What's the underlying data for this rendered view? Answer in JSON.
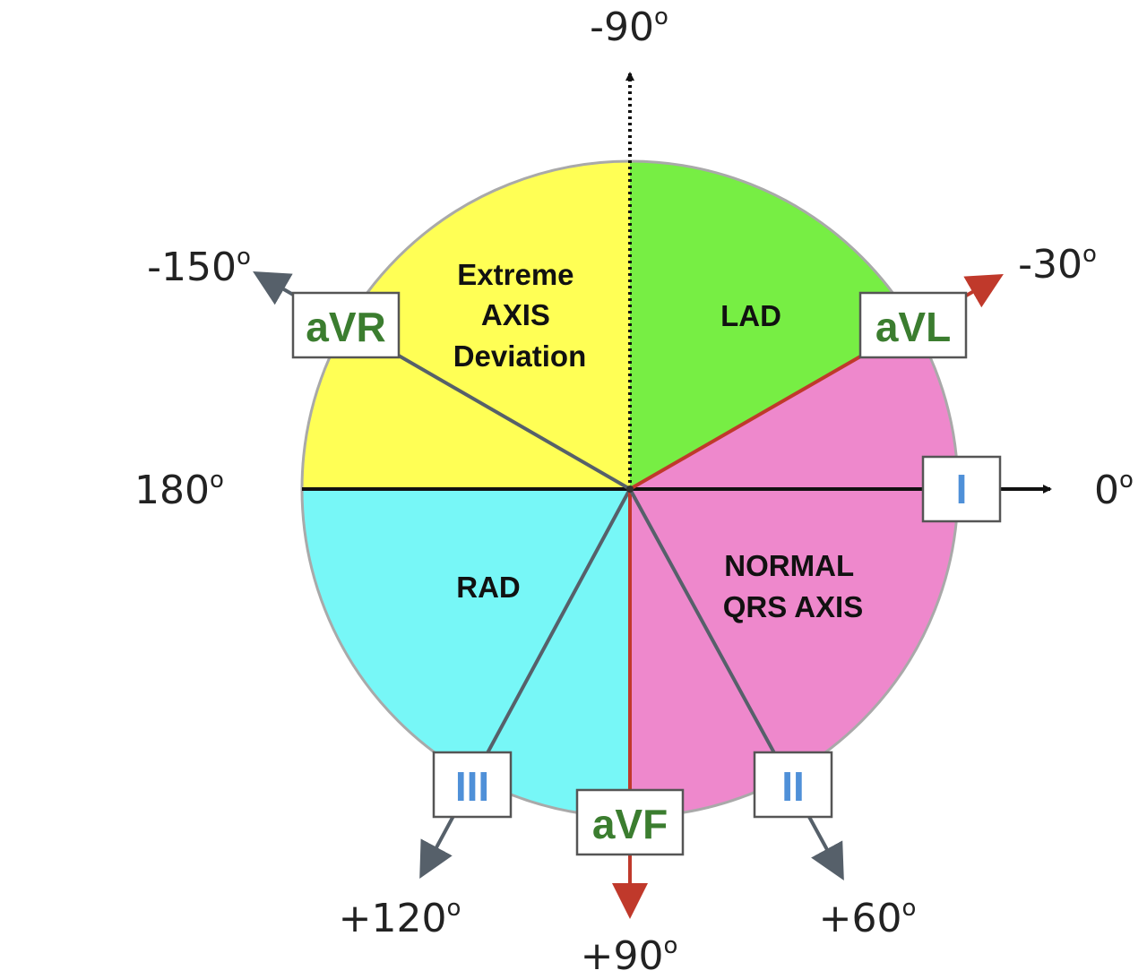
{
  "colors": {
    "yellow": "#ffff55",
    "green": "#77ee44",
    "pink": "#ee88cc",
    "cyan": "#77f7f7",
    "gray_axis": "#56606a",
    "red_axis": "#c0392b",
    "black_axis": "#111111",
    "lead_green_text": "#3b7d2f",
    "lead_blue_text": "#4f90d8"
  },
  "regions": {
    "extreme": [
      "Extreme",
      "AXIS",
      "Deviation"
    ],
    "lad": "LAD",
    "normal": [
      "NORMAL",
      "QRS AXIS"
    ],
    "rad": "RAD"
  },
  "leads": {
    "avr": "aVR",
    "avl": "aVL",
    "i": "I",
    "ii": "II",
    "iii": "III",
    "avf": "aVF"
  },
  "degrees": {
    "minus90": {
      "num": "-90",
      "sup": "o"
    },
    "minus150": {
      "num": "-150",
      "sup": "o"
    },
    "minus30": {
      "num": "-30",
      "sup": "o"
    },
    "deg180": {
      "num": "180",
      "sup": "o"
    },
    "deg0": {
      "num": "0",
      "sup": "o"
    },
    "plus120": {
      "num": "+120",
      "sup": "o"
    },
    "plus90": {
      "num": "+90",
      "sup": "o"
    },
    "plus60": {
      "num": "+60",
      "sup": "o"
    }
  }
}
